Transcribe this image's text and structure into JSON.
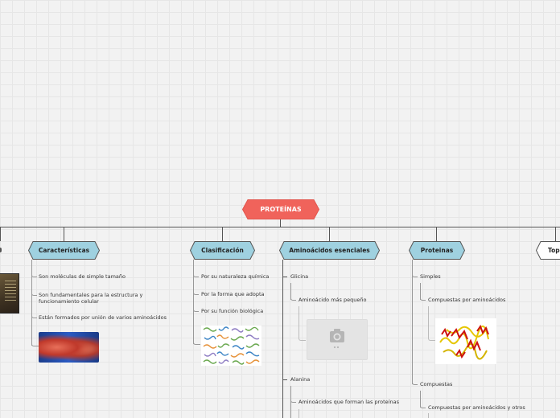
{
  "root": {
    "label": "PROTEÍNAS",
    "color": "#f0635b"
  },
  "branch_color": "#9fd1e0",
  "branches": [
    {
      "label": "Características",
      "items": [
        "Son moléculas de simple tamaño",
        "Son fundamentales para la estructura y funcionamiento celular",
        "Están formados por unión de varios aminoácidos"
      ]
    },
    {
      "label": "Clasificación",
      "items": [
        "Por su naturaleza química",
        "Por la forma que adopta",
        "Por su función biológica"
      ]
    },
    {
      "label": "Aminoácidos esenciales",
      "items": [
        "Glicina",
        "Alanina"
      ],
      "subitems": [
        "Aminoácido más pequeño",
        "Aminoácidos que forman las proteínas"
      ]
    },
    {
      "label": "Proteinas",
      "items": [
        "Simples",
        "Compuestas"
      ],
      "subitems": [
        "Compuestas por aminoácidos",
        "Compuestas por aminoácidos y otros"
      ]
    },
    {
      "label": "Top"
    }
  ]
}
